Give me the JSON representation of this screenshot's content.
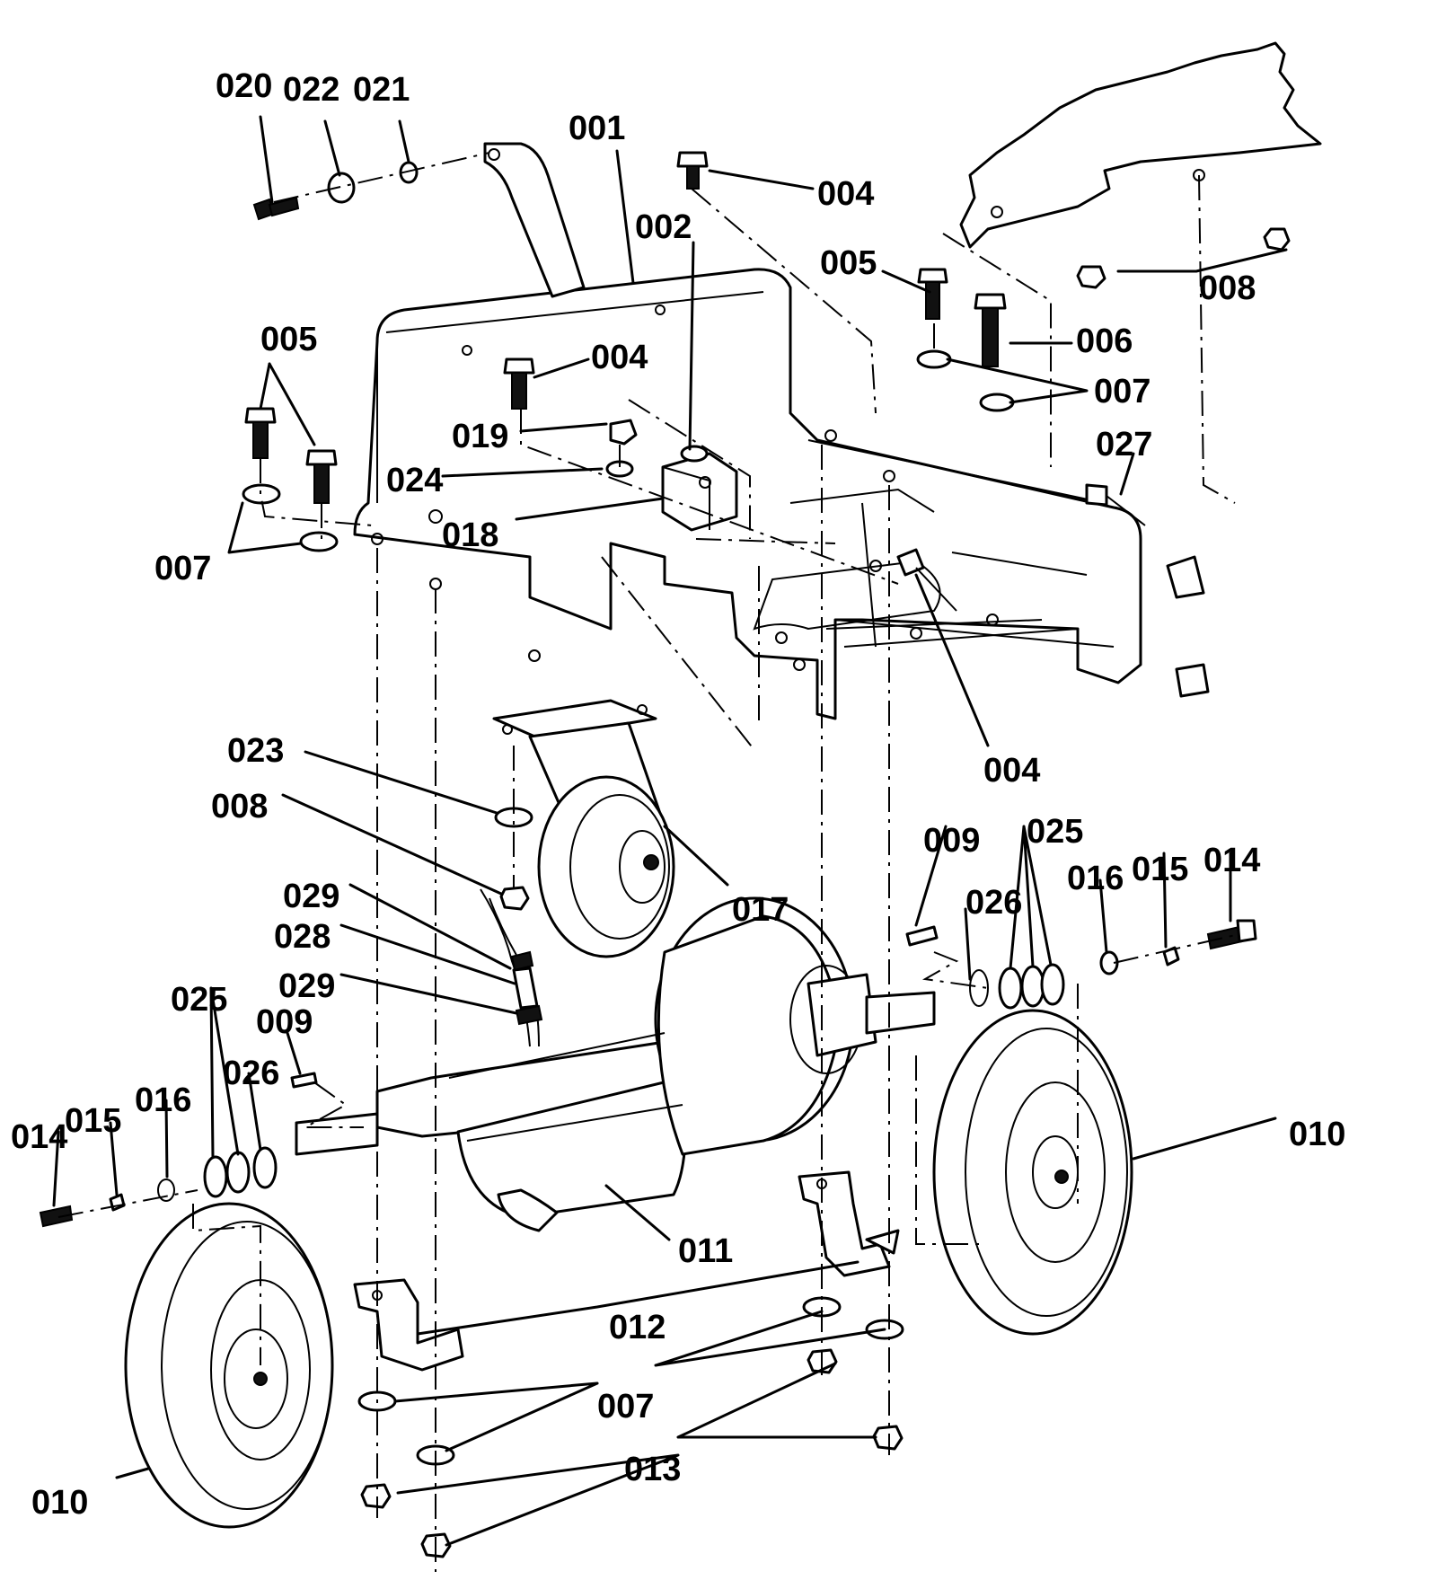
{
  "callouts": {
    "c001": "001",
    "c002": "002",
    "c004a": "004",
    "c004b": "004",
    "c004c": "004",
    "c005a": "005",
    "c005b": "005",
    "c006": "006",
    "c007a": "007",
    "c007b": "007",
    "c007c": "007",
    "c008a": "008",
    "c008b": "008",
    "c009a": "009",
    "c009b": "009",
    "c010a": "010",
    "c010b": "010",
    "c011": "011",
    "c012": "012",
    "c013": "013",
    "c014a": "014",
    "c014b": "014",
    "c015a": "015",
    "c015b": "015",
    "c016a": "016",
    "c016b": "016",
    "c017": "017",
    "c018": "018",
    "c019": "019",
    "c020": "020",
    "c021": "021",
    "c022": "022",
    "c023": "023",
    "c024": "024",
    "c025a": "025",
    "c025b": "025",
    "c026a": "026",
    "c026b": "026",
    "c027": "027",
    "c028": "028",
    "c029a": "029",
    "c029b": "029"
  },
  "colors": {
    "line": "#000000",
    "background": "#ffffff"
  }
}
